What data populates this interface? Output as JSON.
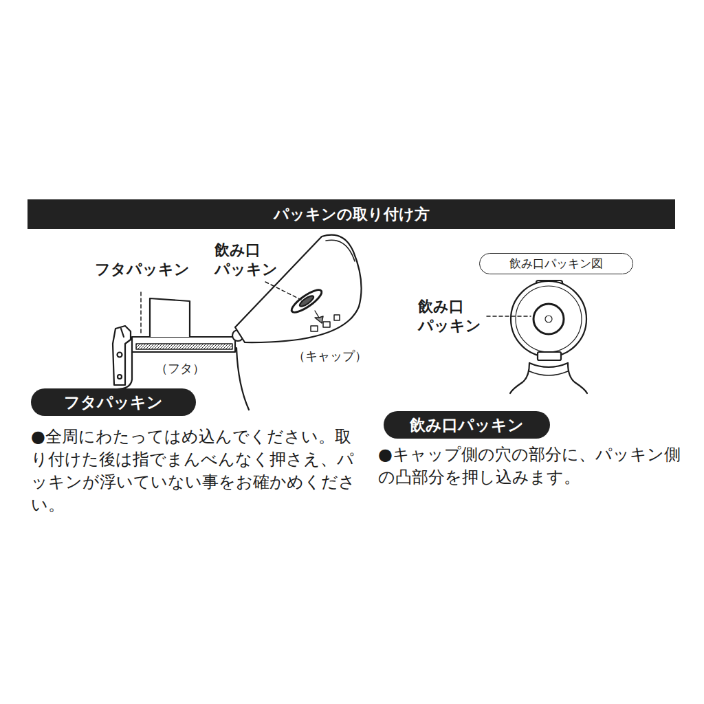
{
  "diagram": {
    "title": "パッキンの取り付け方",
    "nodes": [
      {
        "text": [
          "フタパッキン"
        ]
      },
      {
        "text": [
          "飲み口パッキン図"
        ]
      },
      {
        "text": [
          "飲み口パッキン"
        ]
      }
    ],
    "labels": [
      "フタパッキン",
      "飲み口 パッキン",
      "（フタ）",
      "（キャップ）",
      "飲み口 パッキン",
      "●全周にわたってはめ込んでください。取り付けた後は指でまんべんなく押さえ、パッキンが浮いていない事をお確かめください。",
      "●キャップ側の穴の部分に、パッキン側の凸部分を押し込みます。"
    ]
  }
}
